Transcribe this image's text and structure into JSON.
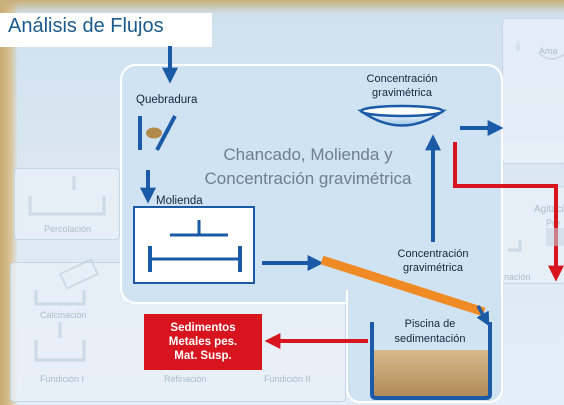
{
  "header": {
    "title": "Análisis de Flujos"
  },
  "diagram": {
    "center_title_line1": "Chancado, Molienda y",
    "center_title_line2": "Concentración gravimétrica",
    "quebradura": "Quebradura",
    "molienda": "Molienda",
    "conc_top_line1": "Concentración",
    "conc_top_line2": "gravimétrica",
    "conc_mid_line1": "Concentración",
    "conc_mid_line2": "gravimétrica",
    "piscina_line1": "Piscina de",
    "piscina_line2": "sedimentación",
    "output_line1": "Sedimentos",
    "output_line2": "Metales pes.",
    "output_line3": "Mat. Susp."
  },
  "background": {
    "percolacion": "Percolación",
    "calcinacion": "Calcinación",
    "fundicion_1": "Fundición I",
    "refinacion": "Refinación",
    "fundicion_2": "Fundición II",
    "agitacion": "Agitación",
    "ama": "Ama",
    "pre": "Pre",
    "nacion": "nación"
  },
  "colors": {
    "arrow_blue": "#1a5aa6",
    "arrow_red": "#d8141e",
    "flow_orange": "#f08a24",
    "panel_fill": "#d0e3f3",
    "title_text": "#1b5a8c"
  }
}
